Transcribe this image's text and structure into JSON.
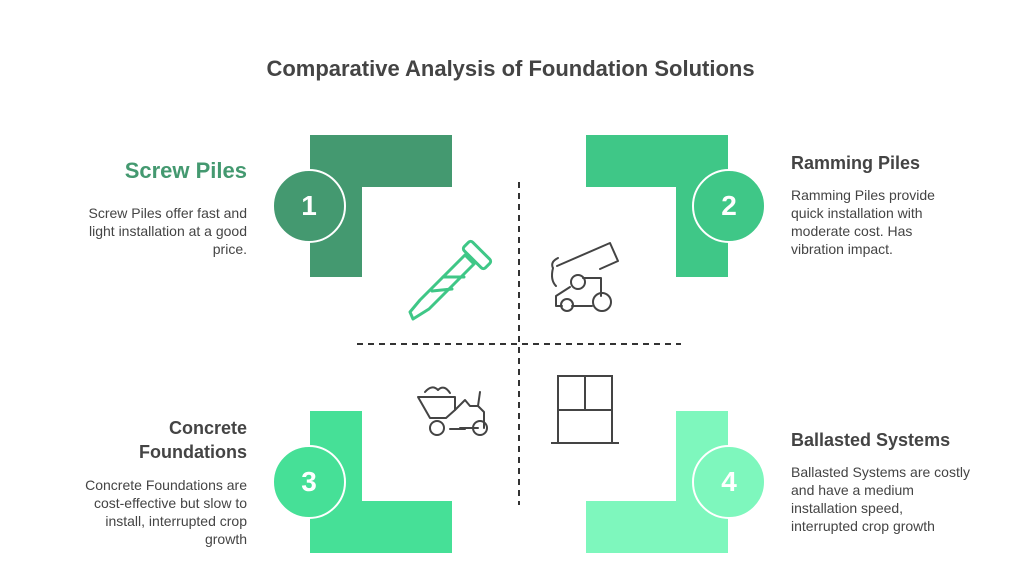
{
  "title": "Comparative Analysis of Foundation Solutions",
  "items": [
    {
      "number": "1",
      "heading": "Screw Piles",
      "text": "Screw Piles offer fast and light  installation at a good price.",
      "color": "#449970",
      "icon": "screw-icon"
    },
    {
      "number": "2",
      "heading": "Ramming Piles",
      "text": "Ramming Piles provide quick installation with moderate cost. Has vibration impact.",
      "color": "#3fc787",
      "icon": "pile-driver-icon"
    },
    {
      "number": "3",
      "heading": "Concrete Foundations",
      "text": "Concrete Foundations are cost-effective but slow to install, interrupted crop growth",
      "color": "#46e097",
      "icon": "concrete-mixer-icon"
    },
    {
      "number": "4",
      "heading": "Ballasted Systems",
      "text": "Ballasted Systems are costly and have a medium installation speed, interrupted crop growth",
      "color": "#7ef7bd",
      "icon": "ballast-blocks-icon"
    }
  ]
}
